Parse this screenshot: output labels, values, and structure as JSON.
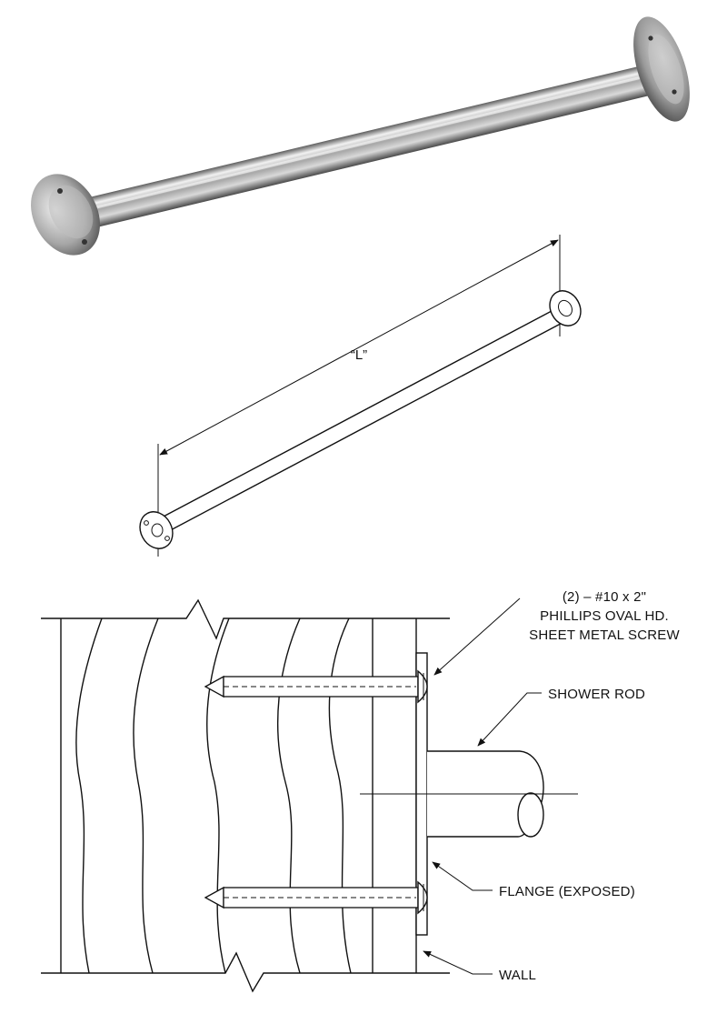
{
  "dimension_label": "“L”",
  "labels": {
    "screw_line1": "(2) – #10 x 2\"",
    "screw_line2": "PHILLIPS OVAL HD.",
    "screw_line3": "SHEET METAL SCREW",
    "shower_rod": "SHOWER ROD",
    "flange": "FLANGE (EXPOSED)",
    "wall": "WALL"
  },
  "colors": {
    "ink": "#111111",
    "steel_light": "#e6e6e6",
    "steel_mid": "#a9a9a9",
    "steel_dark": "#5a5a5a"
  }
}
